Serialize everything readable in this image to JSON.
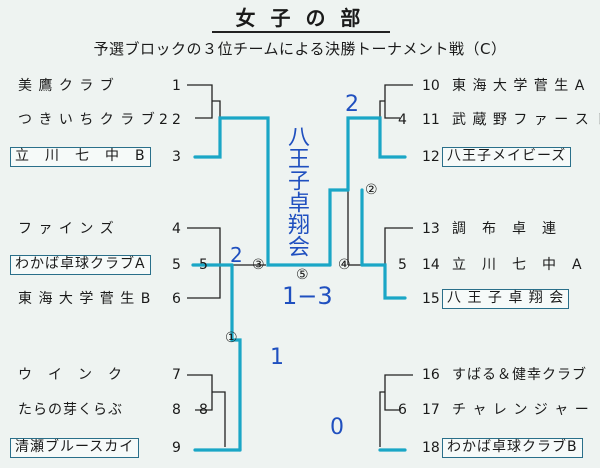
{
  "title": "女 子 の 部",
  "subtitle": "予選ブロックの３位チームによる決勝トーナメント戦（C）",
  "left": [
    {
      "seed": "1",
      "team": "美 鷹 ク ラ ブ",
      "boxed": false
    },
    {
      "seed": "2",
      "team": "つ き い ち ク ラ ブ",
      "boxed": false
    },
    {
      "seed": "3",
      "team": "立　川　七　中　B",
      "boxed": true
    },
    {
      "seed": "4",
      "team": "フ ァ イ ン ズ",
      "boxed": false
    },
    {
      "seed": "5",
      "team": "わかば卓球クラブA",
      "boxed": true
    },
    {
      "seed": "6",
      "team": "東 海 大 学 菅 生 B",
      "boxed": false
    },
    {
      "seed": "7",
      "team": "ウ　イ　ン　ク",
      "boxed": false
    },
    {
      "seed": "8",
      "team": "たらの芽くらぶ",
      "boxed": false
    },
    {
      "seed": "9",
      "team": "清瀬ブルースカイ",
      "boxed": true
    }
  ],
  "right": [
    {
      "seed": "10",
      "team": "東 海 大 学 菅 生 A",
      "boxed": false
    },
    {
      "seed": "11",
      "team": "武 蔵 野 フ ァ ー ス ト",
      "boxed": false
    },
    {
      "seed": "12",
      "team": "八王子メイビーズ",
      "boxed": true
    },
    {
      "seed": "13",
      "team": "調　布　卓　連",
      "boxed": false
    },
    {
      "seed": "14",
      "team": "立　川　七　中　A",
      "boxed": false
    },
    {
      "seed": "15",
      "team": "八 王 子 卓 翔 会",
      "boxed": true
    },
    {
      "seed": "16",
      "team": "すばる＆健幸クラブ",
      "boxed": false
    },
    {
      "seed": "17",
      "team": "チ ャ レ ン ジ ャ ー",
      "boxed": false
    },
    {
      "seed": "18",
      "team": "わかば卓球クラブB",
      "boxed": true
    }
  ],
  "match_numbers_left": [
    "2",
    "5",
    "8"
  ],
  "match_numbers_right": [
    "4",
    "5",
    "6"
  ],
  "round_labels": {
    "r1": "①",
    "r2": "②",
    "r3": "③",
    "r4": "④",
    "r5": "⑤"
  },
  "handwritten": {
    "champion": "八王子卓翔会",
    "final_score": "1−3",
    "left_score_top": "2",
    "left_score_bottom": "1",
    "right_score_top": "2",
    "right_score_bottom": "0",
    "lower_one": "1"
  },
  "colors": {
    "accent": "#1aa6c6",
    "ink": "#222222",
    "handwriting": "#1f4fbf"
  }
}
